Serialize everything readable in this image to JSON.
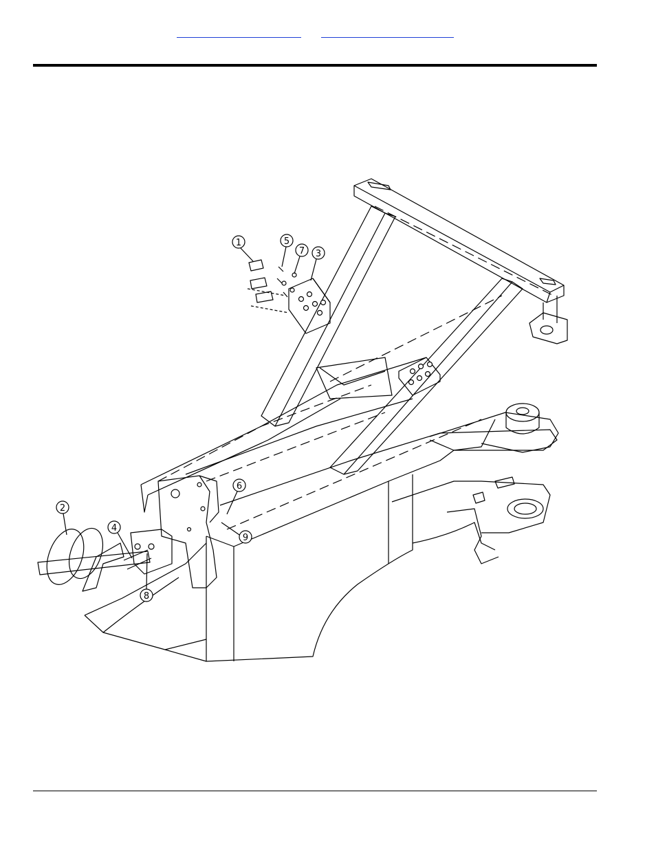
{
  "header": {
    "link_left": "",
    "link_right": ""
  },
  "drawing": {
    "callouts": [
      "1",
      "2",
      "3",
      "4",
      "5",
      "6",
      "7",
      "8",
      "9"
    ],
    "line_color": "#000000",
    "link_color": "#1d3fd6"
  }
}
